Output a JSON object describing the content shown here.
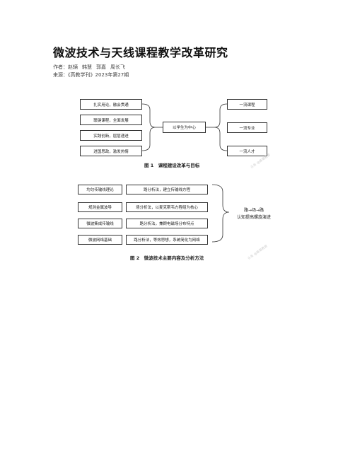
{
  "article": {
    "title": "微波技术与天线课程教学改革研究",
    "authors_label": "作者：",
    "authors": [
      "赵辆",
      "韩慧",
      "郭嘉",
      "周长飞"
    ],
    "source_label": "来源：",
    "source": "《高教学刊》2023年第27期"
  },
  "figure1": {
    "left_boxes": [
      "扎实用论，融会贯通",
      "联键课程，全面发展",
      "实践创新，层层递进",
      "进国思政，激发热情"
    ],
    "center_box": "以学生为中心",
    "right_boxes": [
      "一流课程",
      "一流专业",
      "一流人才"
    ],
    "caption": "图 1　课程建设改革与目标",
    "watermark": "头条 @高等教育"
  },
  "figure2": {
    "left_boxes": [
      "均匀传输线理论",
      "规则金属波导",
      "微波集成传输线",
      "微波网络基础"
    ],
    "method_boxes": [
      "路分析法，建立传输线方程",
      "场分析法，以麦克斯韦方程组为核心",
      "路分析法，兼顾电磁场分布特点",
      "路分析法，等效思想，系统简化为网络"
    ],
    "side_text_line1": "路→场→路",
    "side_text_line2": "认知提高螺旋演进",
    "caption": "图 2　微波技术主要内容及分析方法",
    "watermark": "头条 @高等教育"
  }
}
